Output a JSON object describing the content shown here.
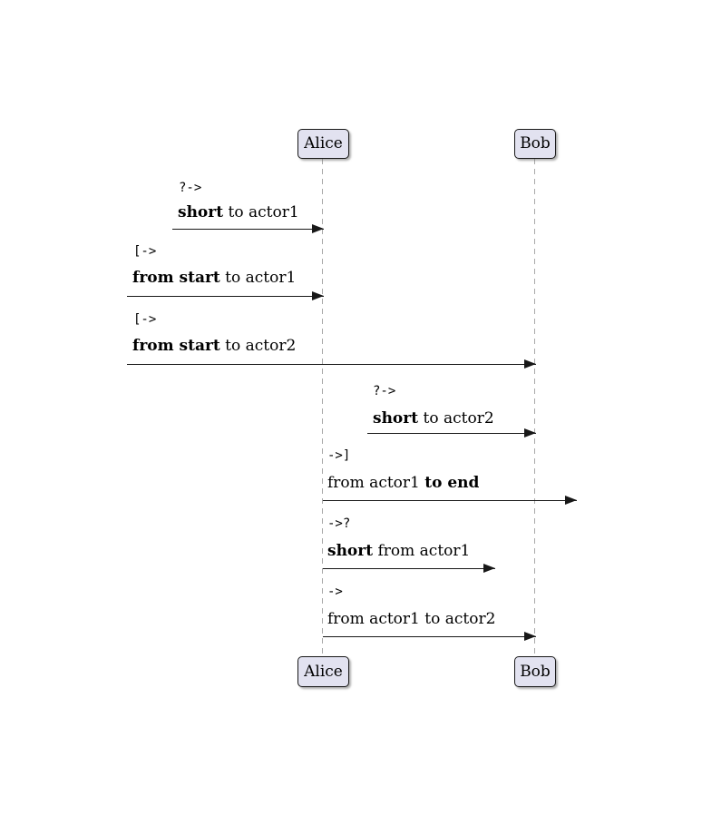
{
  "participants": [
    {
      "name": "Alice"
    },
    {
      "name": "Bob"
    }
  ],
  "messages": [
    {
      "code": "?->",
      "label_pre": "",
      "label_bold": "short",
      "label_post": " to actor1"
    },
    {
      "code": "[->",
      "label_pre": "",
      "label_bold": "from start",
      "label_post": " to actor1"
    },
    {
      "code": "[->",
      "label_pre": "",
      "label_bold": "from start",
      "label_post": " to actor2"
    },
    {
      "code": "?->",
      "label_pre": "",
      "label_bold": "short",
      "label_post": " to actor2"
    },
    {
      "code": "->]",
      "label_pre": "from actor1 ",
      "label_bold": "to end",
      "label_post": ""
    },
    {
      "code": "->?",
      "label_pre": "",
      "label_bold": "short",
      "label_post": " from actor1"
    },
    {
      "code": "->",
      "label_pre": "from actor1 to actor2",
      "label_bold": "",
      "label_post": ""
    }
  ],
  "colors": {
    "participant_fill": "#E2E2F0",
    "participant_border": "#181818",
    "lifeline": "#A8A8A8",
    "arrow": "#181818",
    "text": "#000000",
    "background": "#FFFFFF"
  }
}
